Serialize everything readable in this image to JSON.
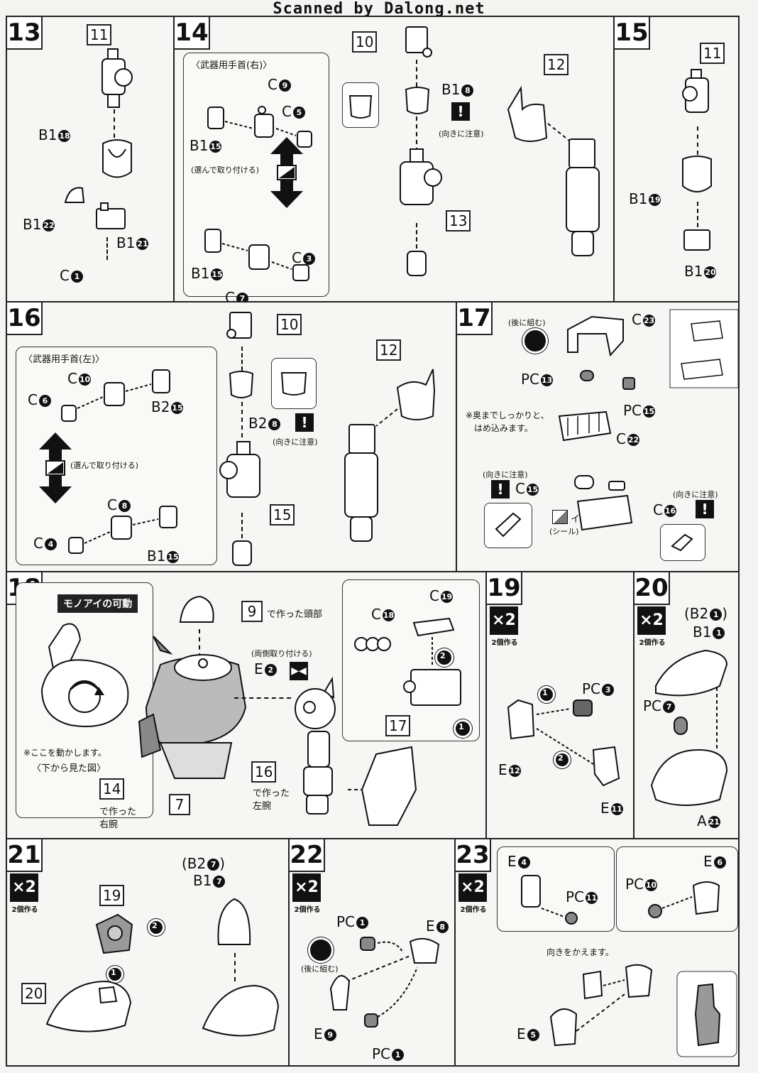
{
  "banner": "Scanned by Dalong.net",
  "steps": {
    "s13": {
      "num": "13",
      "ref_top": "11",
      "labels": [
        "B1",
        "B1",
        "B1",
        "C"
      ],
      "nums": [
        "18",
        "22",
        "21",
        "1"
      ]
    },
    "s14": {
      "num": "14",
      "sub_title": "〈武器用手首(右)〉",
      "choose": "(選んで取り付ける)",
      "top_ref": "10",
      "mid_ref": "13",
      "b18": "B1",
      "b18n": "8",
      "caution": "(向きに注意)",
      "upper": [
        {
          "t": "C",
          "n": "9"
        },
        {
          "t": "C",
          "n": "5"
        },
        {
          "t": "B1",
          "n": "15"
        }
      ],
      "lower": [
        {
          "t": "B1",
          "n": "15"
        },
        {
          "t": "C",
          "n": "3"
        },
        {
          "t": "C",
          "n": "7"
        }
      ]
    },
    "s15": {
      "num": "15",
      "ref_top": "11",
      "labels": [
        "B1",
        "B1"
      ],
      "nums": [
        "19",
        "20"
      ]
    },
    "s16": {
      "num": "16",
      "sub_title": "〈武器用手首(左)〉",
      "choose": "(選んで取り付ける)",
      "top_ref": "10",
      "mid_ref": "15",
      "ref_12": "12",
      "b28": "B2",
      "b28n": "8",
      "caution": "(向きに注意)",
      "upper": [
        {
          "t": "C",
          "n": "10"
        },
        {
          "t": "C",
          "n": "6"
        },
        {
          "t": "B2",
          "n": "15"
        }
      ],
      "lower": [
        {
          "t": "C",
          "n": "8"
        },
        {
          "t": "C",
          "n": "4"
        },
        {
          "t": "B1",
          "n": "15"
        }
      ]
    },
    "s17": {
      "num": "17",
      "later": "(後に組む)",
      "c23": "C",
      "c23n": "23",
      "pc13": "PC",
      "pc13n": "13",
      "pc15": "PC",
      "pc15n": "15",
      "c22": "C",
      "c22n": "22",
      "note1": "※奥までしっかりと、",
      "note2": "はめ込みます。",
      "caution1": "(向きに注意)",
      "c15": "C",
      "c15n": "15",
      "caution2": "(向きに注意)",
      "c16": "C",
      "c16n": "16",
      "seal": "(シール)",
      "seal_i": "イ"
    },
    "s18": {
      "num": "18",
      "mono_title": "モノアイの可動",
      "mono_note": "※ここを動かします。",
      "mono_view": "〈下から見た図〉",
      "head_ref": "9",
      "head_text": "で作った頭部",
      "both_sides": "(両側取り付ける)",
      "e2": "E",
      "e2n": "2",
      "c18": "C",
      "c18n": "18",
      "c19": "C",
      "c19n": "19",
      "ref17": "17",
      "ref14": "14",
      "ref14_text1": "で作った",
      "ref14_text2": "右腕",
      "ref7": "7",
      "ref16": "16",
      "ref16_text1": "で作った",
      "ref16_text2": "左腕",
      "step1": "1",
      "step2": "2"
    },
    "s19": {
      "num": "19",
      "x2": "×2",
      "make2": "2個作る",
      "pc3": "PC",
      "pc3n": "3",
      "e12": "E",
      "e12n": "12",
      "e11": "E",
      "e11n": "11",
      "step1": "1",
      "step2": "2"
    },
    "s20": {
      "num": "20",
      "x2": "×2",
      "make2": "2個作る",
      "b21": "(B2",
      "b21n": "1",
      "b21close": ")",
      "b11": "B1",
      "b11n": "1",
      "pc7": "PC",
      "pc7n": "7",
      "a21": "A",
      "a21n": "21"
    },
    "s21": {
      "num": "21",
      "x2": "×2",
      "make2": "2個作る",
      "ref19": "19",
      "ref20": "20",
      "b27": "(B2",
      "b27n": "7",
      "b27close": ")",
      "b17": "B1",
      "b17n": "7",
      "step1": "1",
      "step2": "2"
    },
    "s22": {
      "num": "22",
      "x2": "×2",
      "make2": "2個作る",
      "pc1a": "PC",
      "pc1an": "1",
      "e8": "E",
      "e8n": "8",
      "later": "(後に組む)",
      "e9": "E",
      "e9n": "9",
      "pc1b": "PC",
      "pc1bn": "1"
    },
    "s23": {
      "num": "23",
      "x2": "×2",
      "make2": "2個作る",
      "e4": "E",
      "e4n": "4",
      "pc11": "PC",
      "pc11n": "11",
      "e6": "E",
      "e6n": "6",
      "pc10": "PC",
      "pc10n": "10",
      "turn": "向きをかえます。",
      "e5": "E",
      "e5n": "5"
    }
  },
  "colors": {
    "ink": "#111111",
    "paper": "#f4f4f2",
    "gray": "#9a9a9a"
  }
}
